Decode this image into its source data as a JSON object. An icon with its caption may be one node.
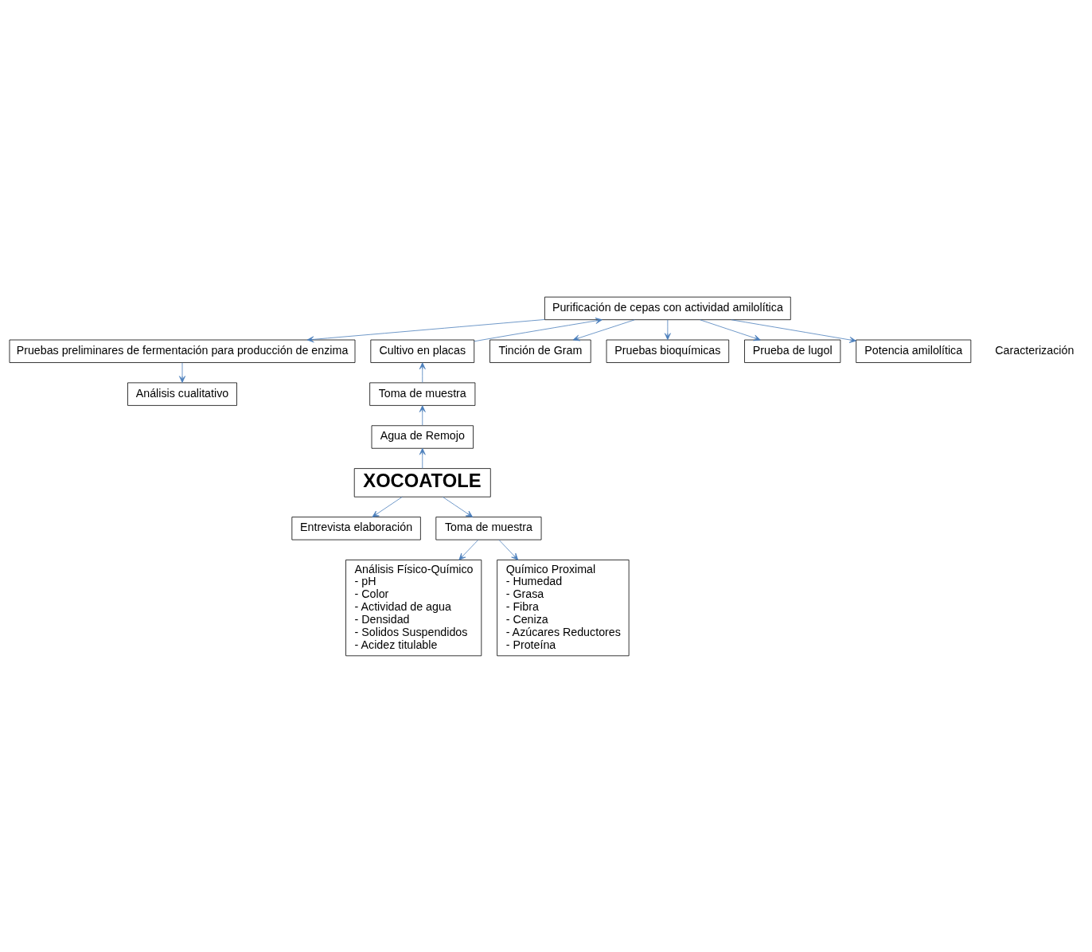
{
  "diagram": {
    "nodes": [
      {
        "text": [
          "Purificación de cepas con actividad amilolítica"
        ]
      },
      {
        "text": [
          "Pruebas preliminares de fermentación para producción de enzima"
        ]
      },
      {
        "text": [
          "Cultivo en placas"
        ]
      },
      {
        "text": [
          "Tinción de Gram"
        ]
      },
      {
        "text": [
          "Pruebas bioquímicas"
        ]
      },
      {
        "text": [
          "Toma de muestra"
        ]
      },
      {
        "text": [
          "Prueba de lugol"
        ]
      },
      {
        "text": [
          "Análisis cualitativo"
        ]
      },
      {
        "text": [
          "Agua de Remojo"
        ]
      },
      {
        "text": [
          "Potencia amilolítica"
        ]
      },
      {
        "text": [
          "Entrevista elaboración"
        ]
      },
      {
        "text": [
          "XOCOATOLE"
        ]
      },
      {
        "text": [
          "Toma de muestra"
        ]
      },
      {
        "text": [
          "Análisis Físico-Químico",
          "- pH",
          "- Color",
          "- Actividad de agua",
          "- Densidad",
          "- Solidos Suspendidos",
          "- Acidez titulable"
        ]
      },
      {
        "text": [
          "Químico Proximal",
          "- Humedad",
          "- Grasa",
          "- Fibra",
          "- Ceniza",
          "- Azúcares Reductores",
          "- Proteína"
        ]
      }
    ],
    "edges": [
      {
        "from": 0,
        "to": 1,
        "arrow": "to"
      },
      {
        "from": 1,
        "to": 7,
        "arrow": "to"
      },
      {
        "from": 2,
        "to": 0,
        "arrow": "to"
      },
      {
        "from": 5,
        "to": 2,
        "arrow": "to"
      },
      {
        "from": 8,
        "to": 5,
        "arrow": "to"
      },
      {
        "from": 11,
        "to": 8,
        "arrow": "to"
      },
      {
        "from": 11,
        "to": 10,
        "arrow": "to"
      },
      {
        "from": 11,
        "to": 12,
        "arrow": "to"
      },
      {
        "from": 12,
        "to": 13,
        "arrow": "to"
      },
      {
        "from": 12,
        "to": 14,
        "arrow": "to"
      },
      {
        "from": 0,
        "to": 3,
        "arrow": "to"
      },
      {
        "from": 0,
        "to": 4,
        "arrow": "to"
      },
      {
        "from": 0,
        "to": 6,
        "arrow": "to"
      },
      {
        "from": 0,
        "to": 9,
        "arrow": "to"
      }
    ],
    "labels": [
      "Caracterización"
    ]
  }
}
